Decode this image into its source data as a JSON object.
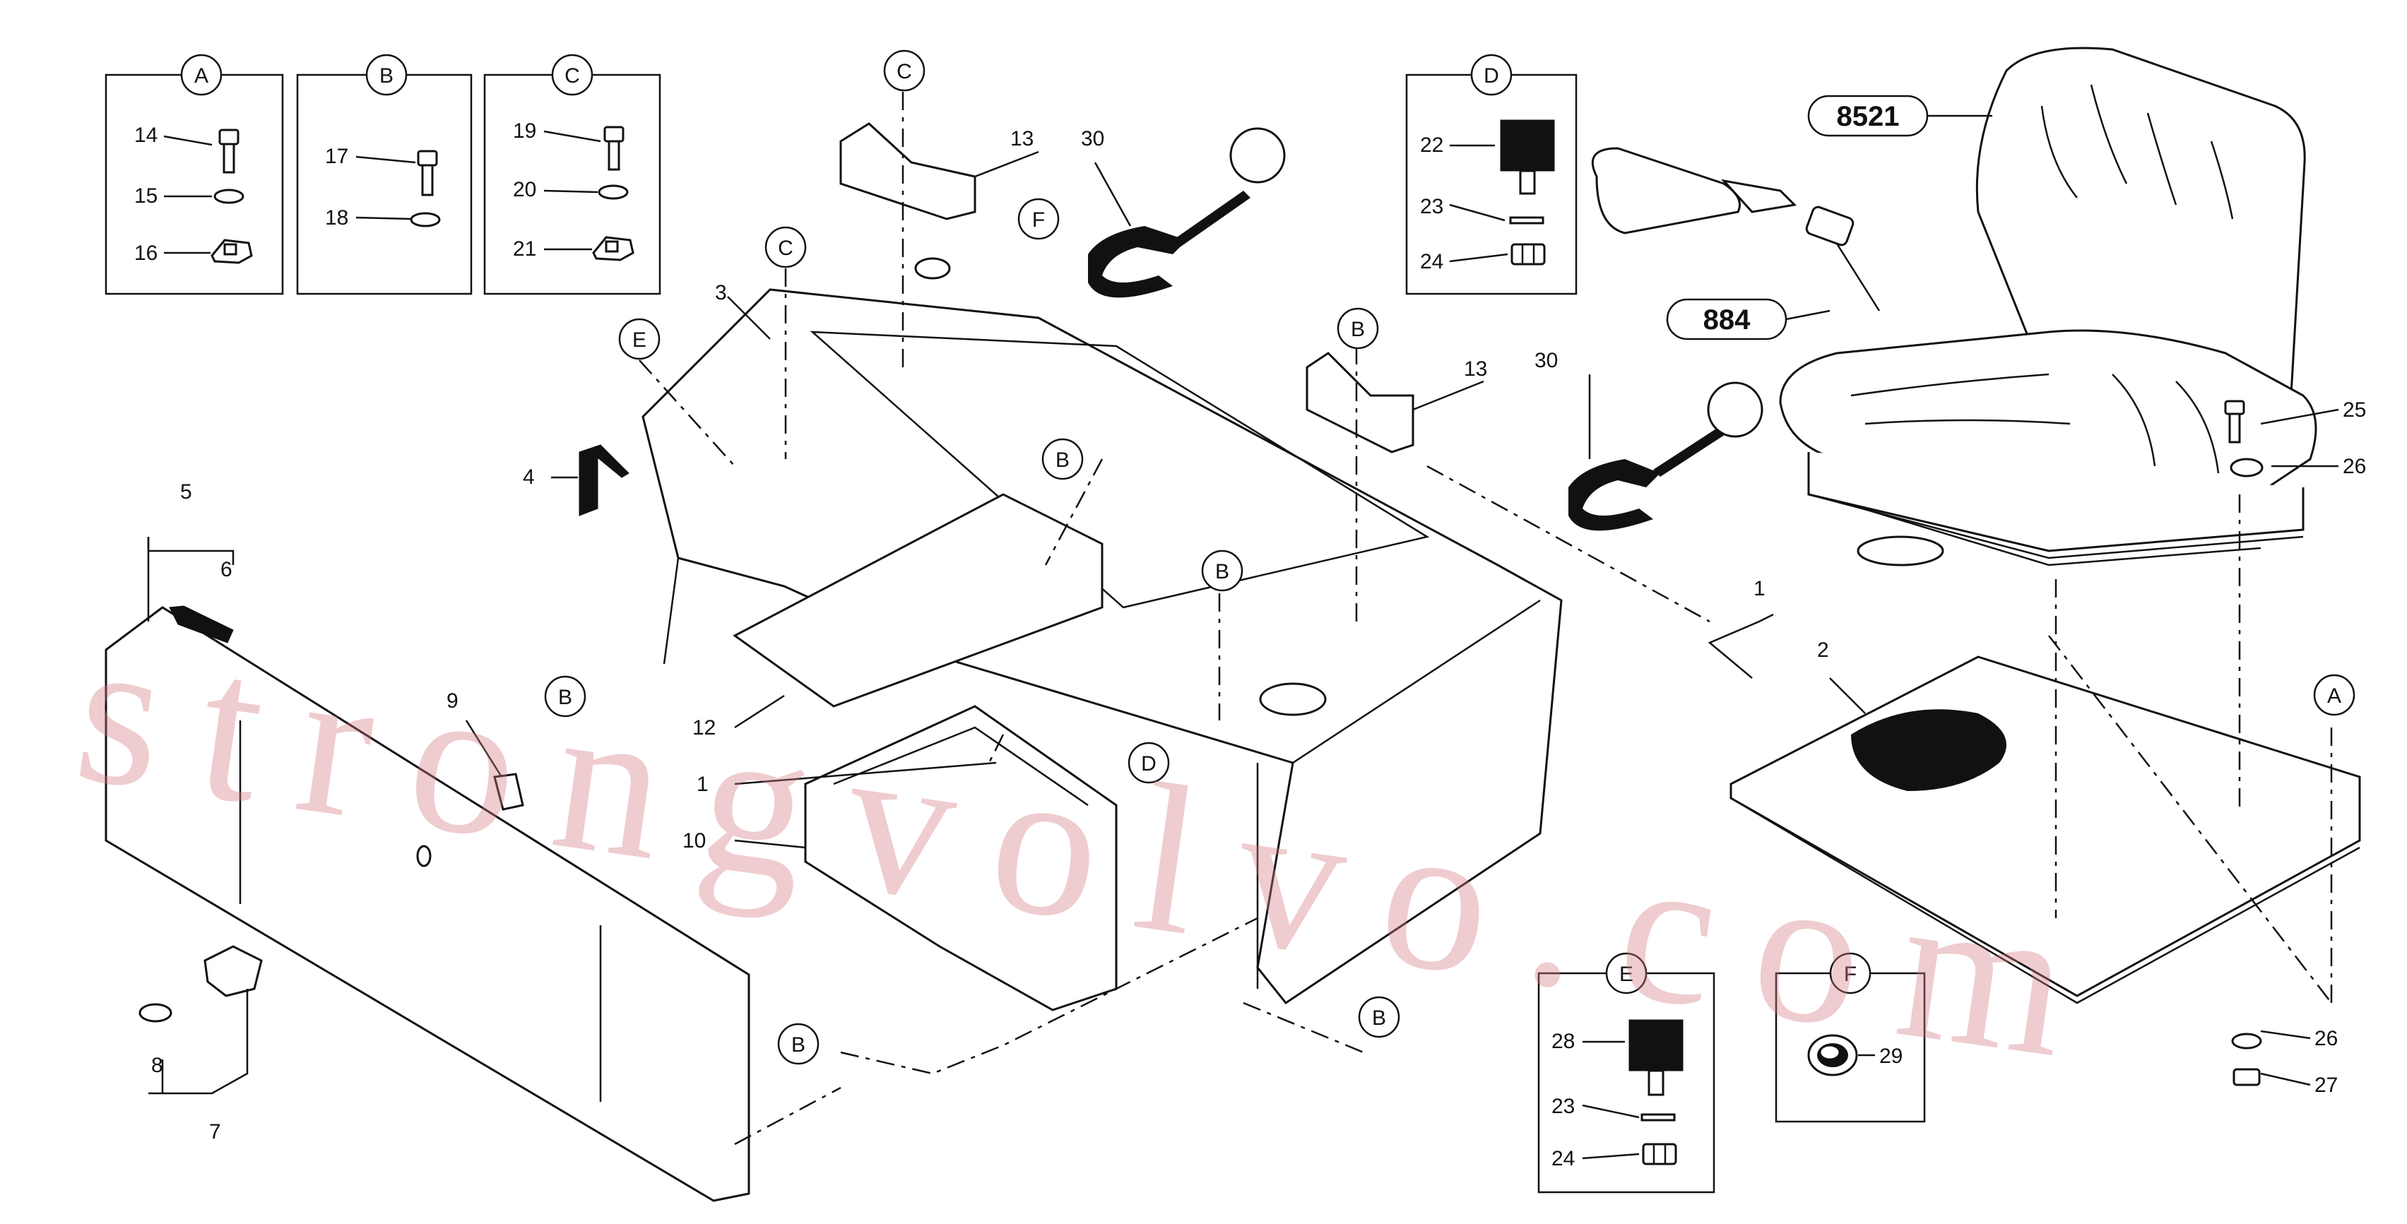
{
  "watermark": "strongvolvo.com",
  "detail_boxes": [
    {
      "id": "A",
      "items": [
        "14",
        "15",
        "16"
      ]
    },
    {
      "id": "B",
      "items": [
        "17",
        "18"
      ]
    },
    {
      "id": "C",
      "items": [
        "19",
        "20",
        "21"
      ]
    },
    {
      "id": "D",
      "items": [
        "22",
        "23",
        "24"
      ]
    },
    {
      "id": "E",
      "items": [
        "28",
        "23",
        "24"
      ]
    },
    {
      "id": "F",
      "items": [
        "29"
      ]
    }
  ],
  "assembly_tags": {
    "seat": "8521",
    "belt": "884"
  },
  "callouts": [
    "1",
    "2",
    "3",
    "4",
    "5",
    "6",
    "7",
    "8",
    "9",
    "10",
    "12",
    "13",
    "25",
    "26",
    "27",
    "30"
  ],
  "circle_markers": [
    "A",
    "B",
    "C",
    "D",
    "E",
    "F"
  ]
}
